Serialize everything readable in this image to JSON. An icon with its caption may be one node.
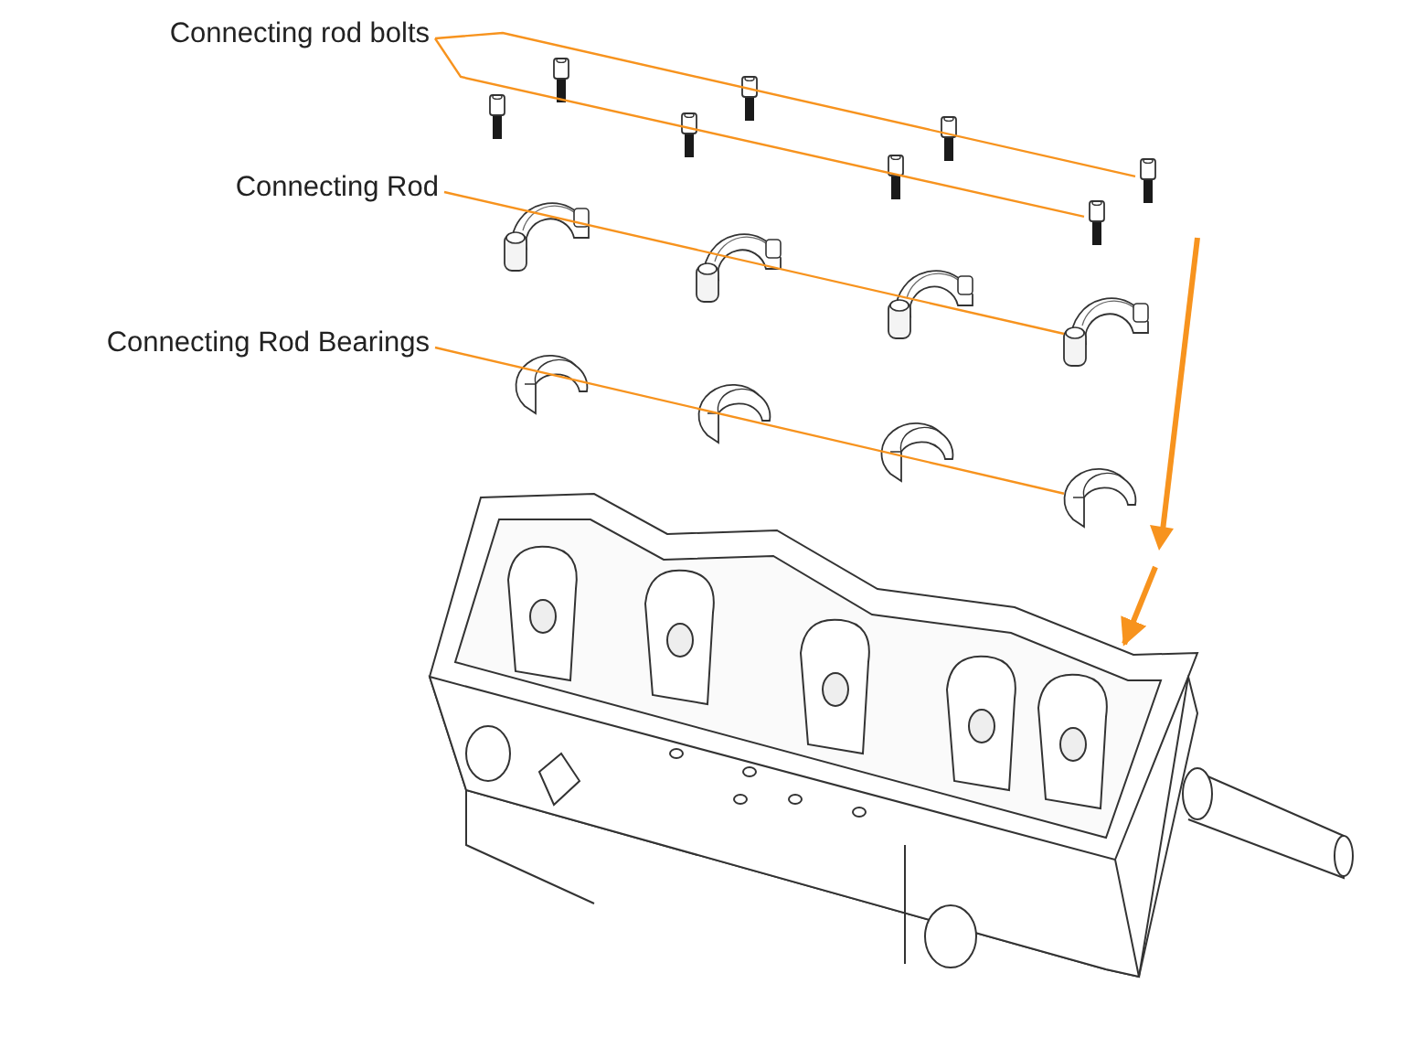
{
  "diagram": {
    "nodes": [
      {
        "text": [
          "Connecting rod bolts"
        ]
      },
      {
        "text": [
          "Connecting Rod"
        ]
      },
      {
        "text": [
          "Connecting Rod Bearings"
        ]
      },
      {
        "text": [],
        "shape": "picture"
      },
      {
        "text": [],
        "shape": "picture"
      },
      {
        "text": [],
        "shape": "picture"
      },
      {
        "text": [],
        "shape": "picture"
      },
      {
        "text": [],
        "shape": "picture"
      }
    ],
    "edges": [
      {
        "from": 0,
        "to": 3,
        "arrow": "none"
      },
      {
        "from": 0,
        "to": 4,
        "arrow": "none"
      },
      {
        "from": 1,
        "to": 5,
        "arrow": "none"
      },
      {
        "from": 2,
        "to": 6,
        "arrow": "none"
      },
      {
        "from": null,
        "to": 7,
        "arrow": "to",
        "style": "thick"
      }
    ]
  }
}
